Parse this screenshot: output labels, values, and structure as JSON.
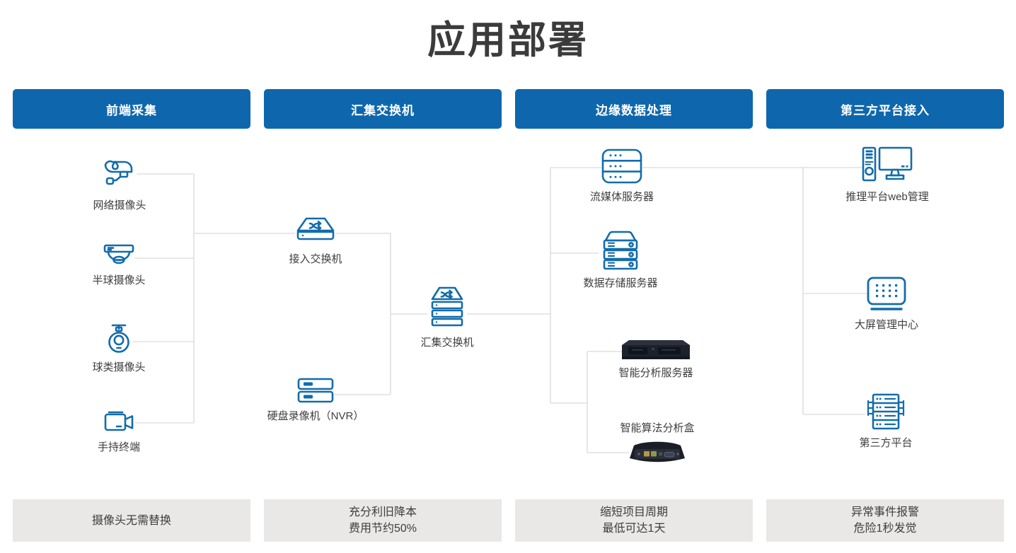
{
  "title": "应用部署",
  "colors": {
    "header_bg": "#0e67ad",
    "icon_blue": "#136cab",
    "connector_line": "#d9d9d9",
    "benefit_bg": "#e9e8e6",
    "title_color": "#3b3b3b",
    "label_color": "#3e3e3e"
  },
  "columns": [
    {
      "header": "前端采集",
      "benefit_lines": [
        "摄像头无需替换"
      ]
    },
    {
      "header": "汇集交换机",
      "benefit_lines": [
        "充分利旧降本",
        "费用节约50%"
      ]
    },
    {
      "header": "边缘数据处理",
      "benefit_lines": [
        "缩短项目周期",
        "最低可达1天"
      ]
    },
    {
      "header": "第三方平台接入",
      "benefit_lines": [
        "异常事件报警",
        "危险1秒发觉"
      ]
    }
  ],
  "nodes": {
    "network_camera": {
      "label": "网络摄像头",
      "icon": "bullet-camera-icon"
    },
    "dome_camera": {
      "label": "半球摄像头",
      "icon": "dome-camera-icon"
    },
    "ptz_camera": {
      "label": "球类摄像头",
      "icon": "ball-camera-icon"
    },
    "handheld_terminal": {
      "label": "手持终端",
      "icon": "camcorder-icon"
    },
    "access_switch": {
      "label": "接入交换机",
      "icon": "switch-icon"
    },
    "nvr": {
      "label": "硬盘录像机（NVR）",
      "icon": "nvr-icon"
    },
    "aggregation_switch": {
      "label": "汇集交换机",
      "icon": "stacked-switch-icon"
    },
    "media_server": {
      "label": "流媒体服务器",
      "icon": "media-server-icon"
    },
    "storage_server": {
      "label": "数据存储服务器",
      "icon": "storage-server-icon"
    },
    "analysis_server": {
      "label": "智能分析服务器",
      "icon": "rack-server-photo-icon"
    },
    "analysis_box": {
      "label": "智能算法分析盒",
      "icon": "edge-box-photo-icon"
    },
    "web_management": {
      "label": "推理平台web管理",
      "icon": "workstation-icon"
    },
    "big_screen": {
      "label": "大屏管理中心",
      "icon": "led-screen-icon"
    },
    "third_party_platform": {
      "label": "第三方平台",
      "icon": "server-rack-icon"
    }
  }
}
